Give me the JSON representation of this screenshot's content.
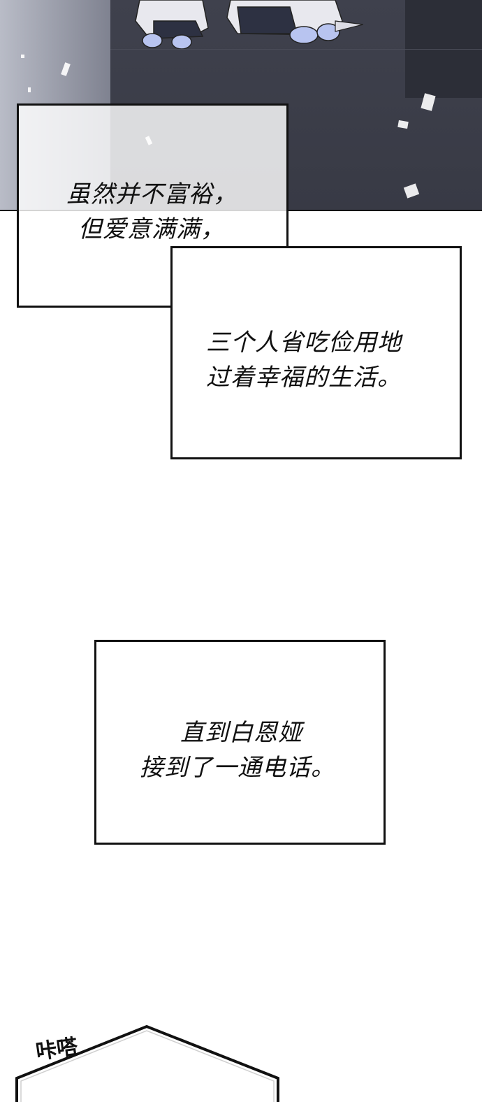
{
  "captions": {
    "caption_1": {
      "line_1": "虽然并不富裕，",
      "line_2": "但爱意满满，"
    },
    "caption_2": {
      "line_1": "三个人省吃俭用地",
      "line_2": "过着幸福的生活。"
    },
    "caption_3": {
      "line_1": "直到白恩娅",
      "line_2": "接到了一通电话。"
    }
  },
  "sound_effect": {
    "text": "咔嗒"
  },
  "colors": {
    "scene_dark": "#3f414d",
    "scene_light_wall": "#b9bcc7",
    "border": "#111111",
    "background": "#ffffff"
  }
}
